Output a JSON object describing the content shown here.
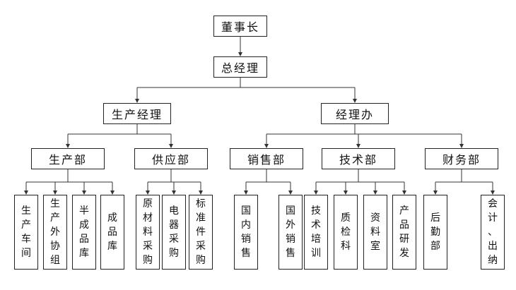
{
  "org_chart": {
    "chairman": "董事长",
    "general_manager": "总经理",
    "production_manager": "生产经理",
    "manager_office": "经理办",
    "departments": {
      "production": "生产部",
      "supply": "供应部",
      "sales": "销售部",
      "technology": "技术部",
      "finance": "财务部"
    },
    "units": {
      "production": [
        "生产车间",
        "生产外协组",
        "半成品库",
        "成品库"
      ],
      "supply": [
        "原材料采购",
        "电器采购",
        "标准件采购"
      ],
      "sales": [
        "国内销售",
        "国外销售"
      ],
      "technology": [
        "技术培训",
        "质检科",
        "资料室",
        "产品研发"
      ],
      "finance": [
        "后勤部",
        "会计、出纳"
      ]
    }
  }
}
